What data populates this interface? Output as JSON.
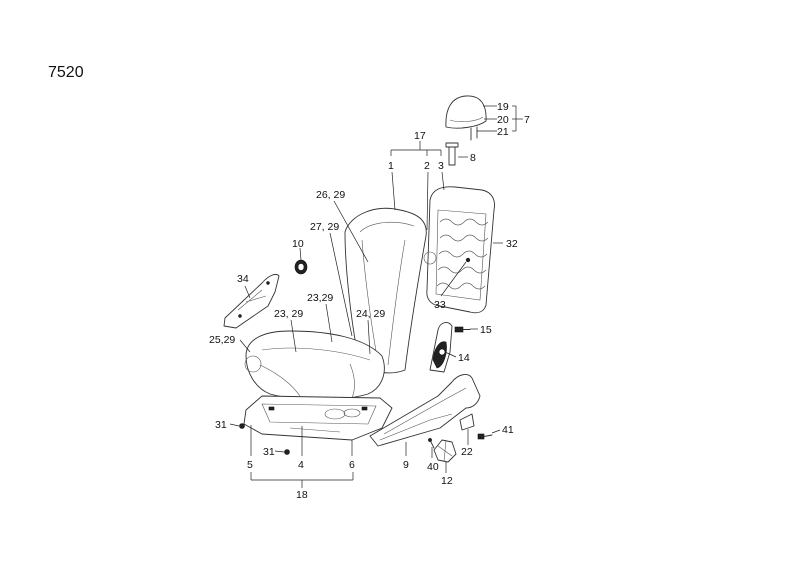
{
  "title": "7520",
  "callouts": {
    "c1": "1",
    "c2": "2",
    "c3": "3",
    "c4": "4",
    "c5": "5",
    "c6": "6",
    "c7": "7",
    "c8": "8",
    "c9": "9",
    "c10": "10",
    "c12": "12",
    "c14": "14",
    "c15": "15",
    "c17": "17",
    "c18": "18",
    "c19": "19",
    "c20": "20",
    "c21": "21",
    "c22": "22",
    "c23_29a": "23, 29",
    "c23_29b": "23,29",
    "c24_29": "24, 29",
    "c25_29": "25,29",
    "c26_29": "26, 29",
    "c27_29": "27, 29",
    "c31a": "31",
    "c31b": "31",
    "c32": "32",
    "c33": "33",
    "c34": "34",
    "c40": "40",
    "c41": "41"
  }
}
